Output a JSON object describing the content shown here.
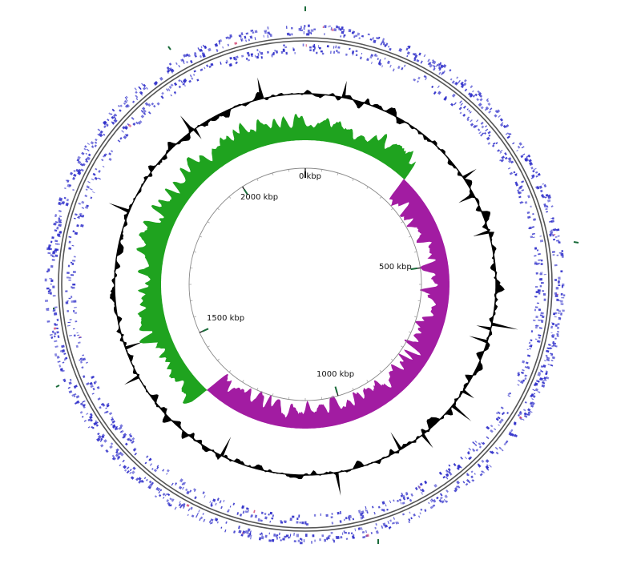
{
  "colors": {
    "cds": "#2c2cc9",
    "rna": "#d23a6a",
    "backbone": "#555555",
    "gc_content": "#000000",
    "gc_skew_positive": "#1fa31f",
    "gc_skew_negative": "#a21ca2",
    "inner_ring": "#888888",
    "marker": "#1a6b3a"
  },
  "map": {
    "genome_length_kbp": 2200,
    "scale_labels": [
      {
        "kbp": 0,
        "text": "0 kbp"
      },
      {
        "kbp": 500,
        "text": "500 kbp"
      },
      {
        "kbp": 1000,
        "text": "1000 kbp"
      },
      {
        "kbp": 1500,
        "text": "1500 kbp"
      },
      {
        "kbp": 2000,
        "text": "2000 kbp"
      }
    ]
  }
}
